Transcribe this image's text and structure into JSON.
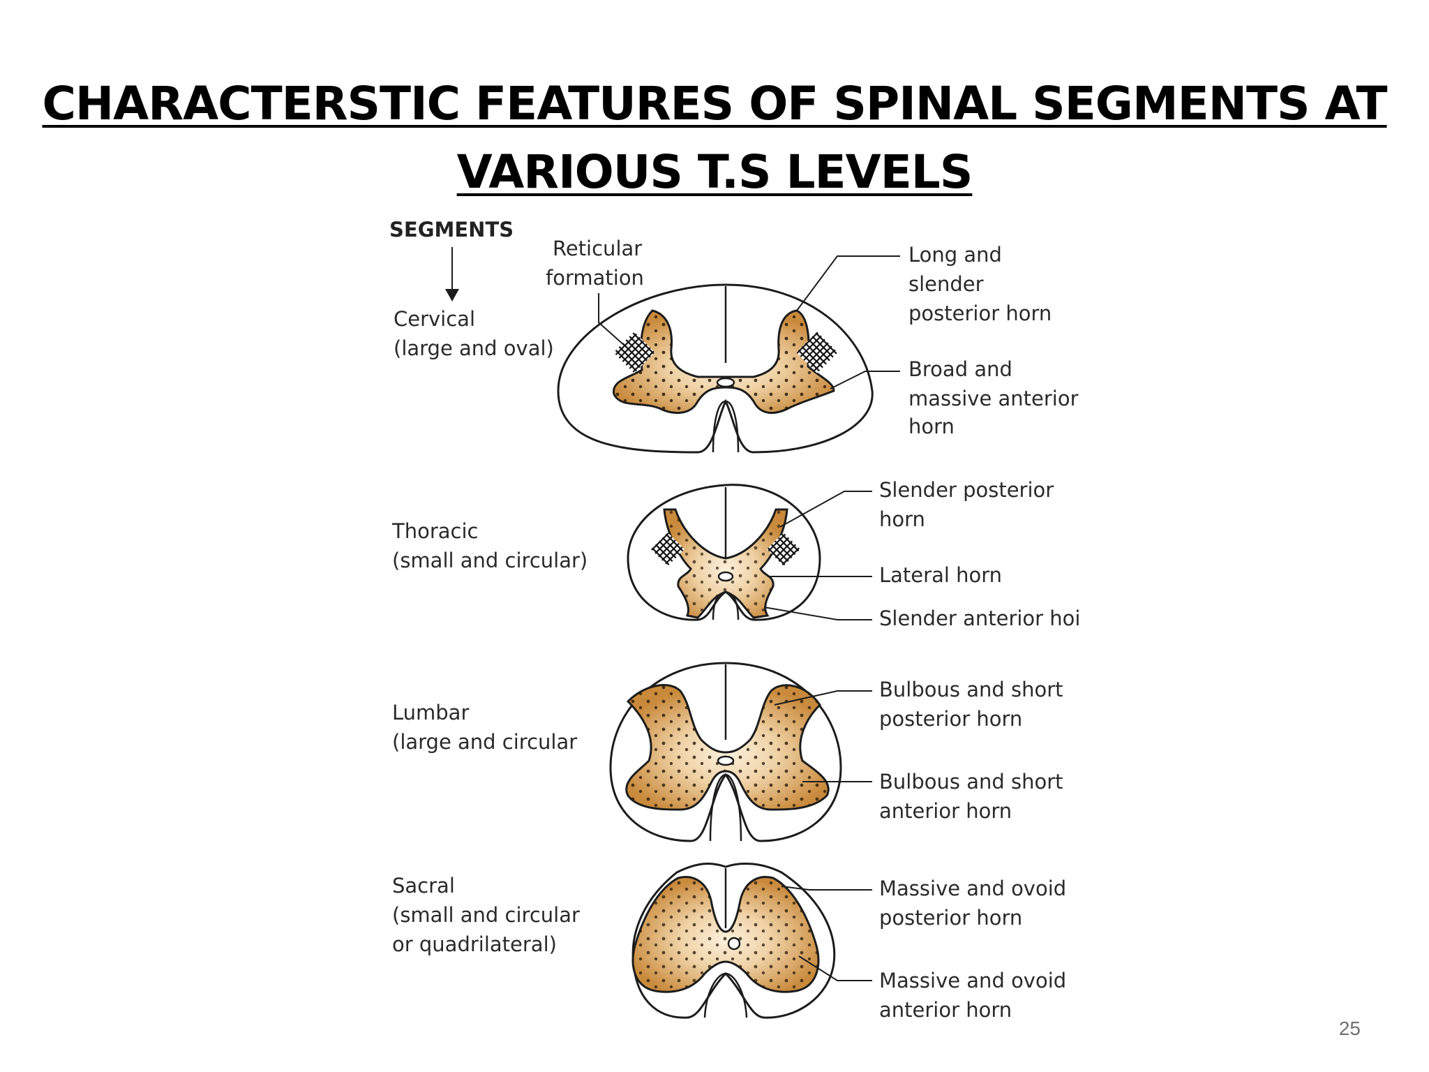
{
  "slide": {
    "title_line1": "CHARACTERSTIC FEATURES OF SPINAL SEGMENTS AT",
    "title_line2": "VARIOUS T.S LEVELS",
    "page_number": "25"
  },
  "diagram": {
    "header": "SEGMENTS",
    "reticular_line1": "Reticular",
    "reticular_line2": "formation",
    "cervical": {
      "name": "Cervical",
      "desc": "(large and oval)",
      "label1_l1": "Long and",
      "label1_l2": "slender",
      "label1_l3": "posterior horn",
      "label2_l1": "Broad and",
      "label2_l2": "massive anterior",
      "label2_l3": "horn"
    },
    "thoracic": {
      "name": "Thoracic",
      "desc": "(small and circular)",
      "label1_l1": "Slender posterior",
      "label1_l2": "horn",
      "label2": "Lateral horn",
      "label3": "Slender anterior hoi"
    },
    "lumbar": {
      "name": "Lumbar",
      "desc": "(large and circular",
      "label1_l1": "Bulbous and short",
      "label1_l2": "posterior horn",
      "label2_l1": "Bulbous and short",
      "label2_l2": "anterior horn"
    },
    "sacral": {
      "name": "Sacral",
      "desc_l1": "(small and circular",
      "desc_l2": "or quadrilateral)",
      "label1_l1": "Massive and ovoid",
      "label1_l2": "posterior horn",
      "label2_l1": "Massive and ovoid",
      "label2_l2": "anterior horn"
    }
  },
  "colors": {
    "grey_matter": "#c98a3c",
    "grey_matter_light": "#f3dcb8",
    "outline": "#1c1c1c"
  }
}
